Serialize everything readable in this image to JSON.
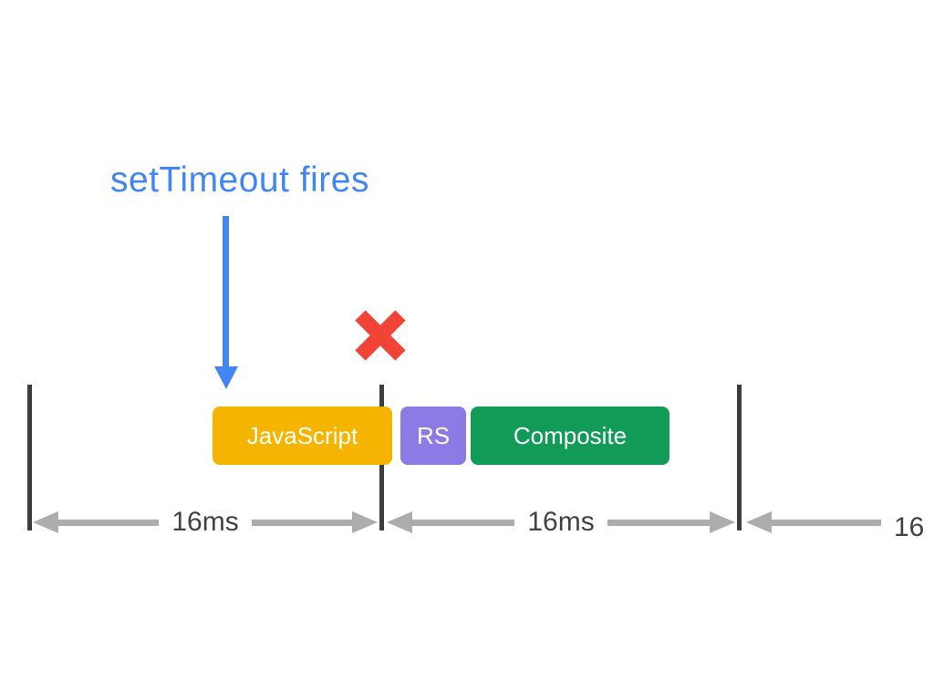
{
  "annotation": {
    "text": "setTimeout fires",
    "color": "#4285F4"
  },
  "dropped_frame": {
    "color": "#F04437"
  },
  "blocks": [
    {
      "label": "JavaScript",
      "color": "#F4B400"
    },
    {
      "label": "RS",
      "color": "#8C7AE5"
    },
    {
      "label": "Composite",
      "color": "#129B57"
    }
  ],
  "durations": [
    {
      "label": "16ms"
    },
    {
      "label": "16ms"
    },
    {
      "label": "16"
    }
  ],
  "palette": {
    "background": "#FFFFFF",
    "boundary": "#3B3E40",
    "arrow": "#ADADAD",
    "duration_text": "#424242",
    "block_text": "#FFFFFF"
  }
}
